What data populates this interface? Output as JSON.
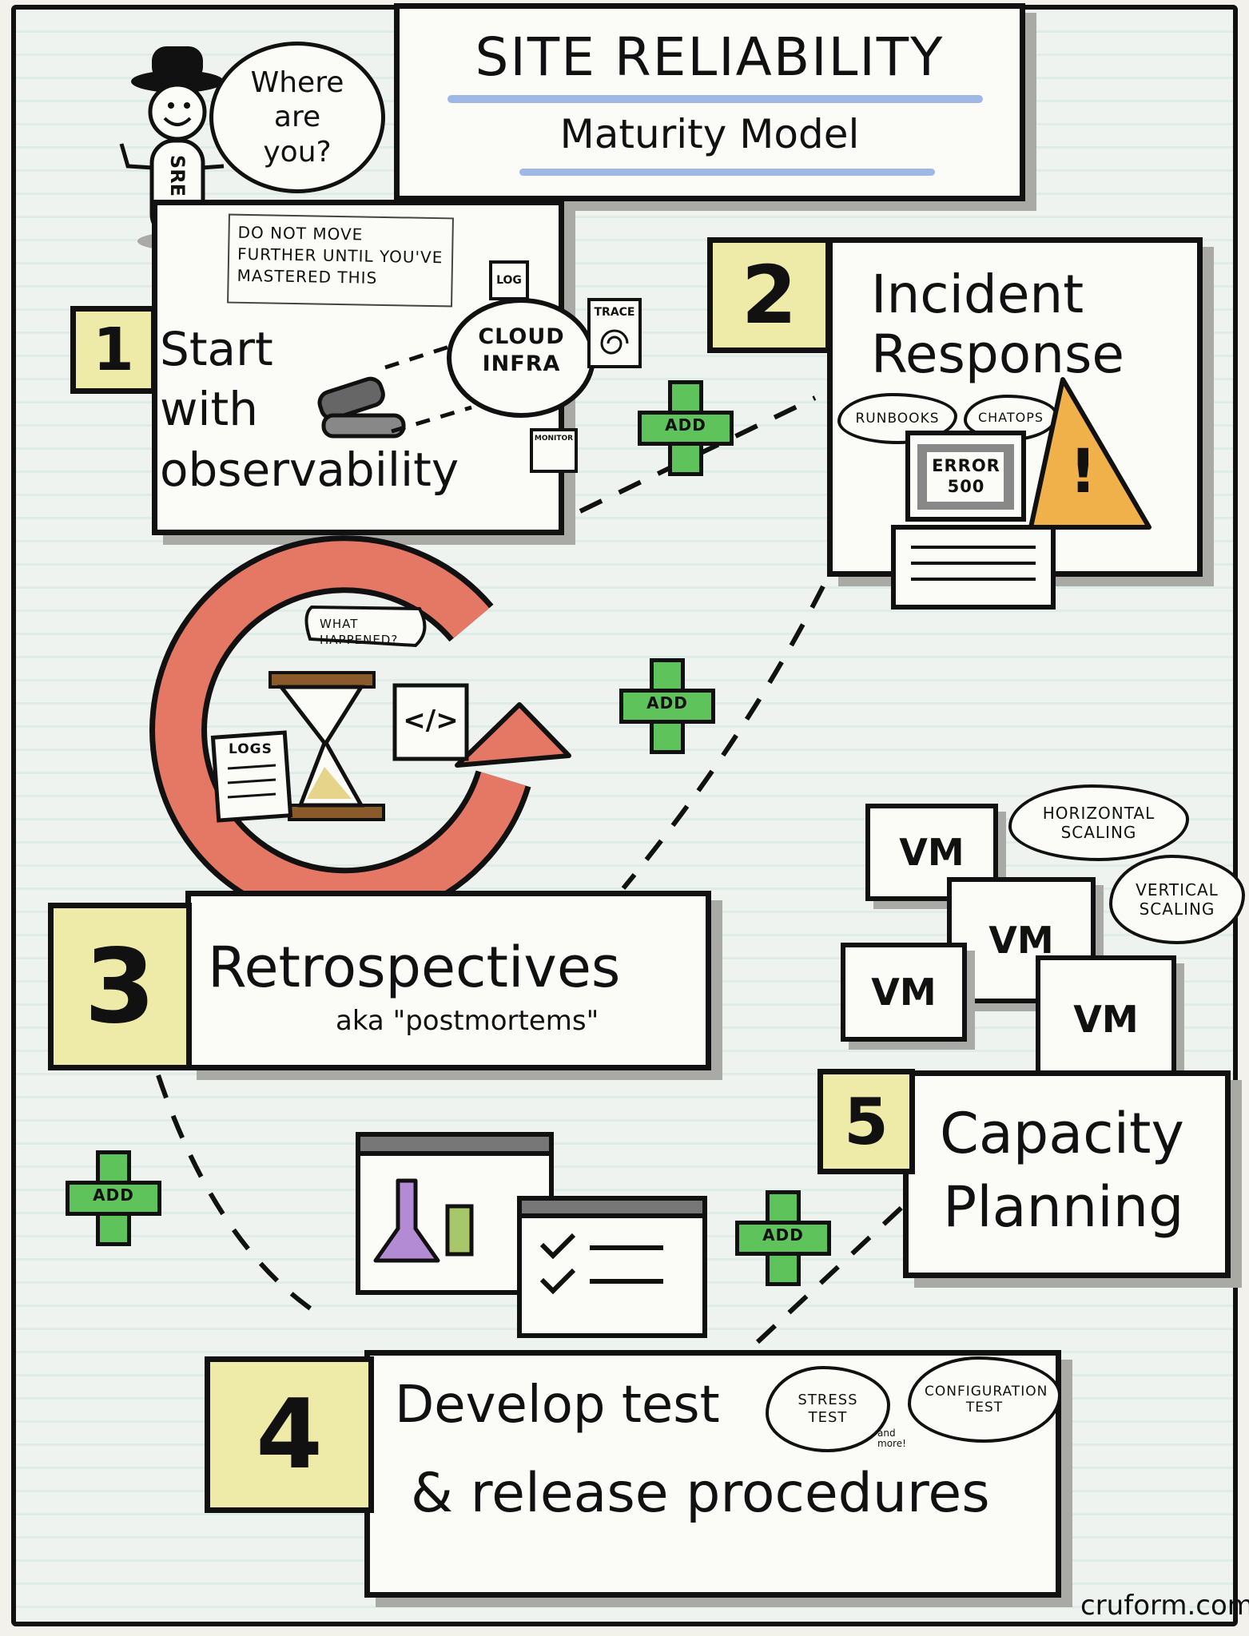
{
  "title": {
    "line1": "SITE RELIABILITY",
    "line2": "Maturity Model"
  },
  "mascot": {
    "speech": "Where are you?",
    "label": "SRE"
  },
  "note": "DO NOT MOVE FURTHER UNTIL YOU'VE MASTERED THIS",
  "step1": {
    "number": "1",
    "title": "Start with observability",
    "cloud": "CLOUD INFRA",
    "log_card": "LOG",
    "trace_card": "TRACE",
    "monitor_card": "MONITOR"
  },
  "step2": {
    "number": "2",
    "title_line1": "Incident",
    "title_line2": "Response",
    "tag1": "RUNBOOKS",
    "tag2": "CHATOPS",
    "screen": "ERROR 500",
    "warning": "!"
  },
  "step3": {
    "number": "3",
    "title": "Retrospectives",
    "subtitle": "aka \"postmortems\"",
    "speech": "WHAT HAPPENED?",
    "logs_card": "LOGS",
    "code_card": "</>"
  },
  "step4": {
    "number": "4",
    "title_line1": "Develop test",
    "title_line2": "& release procedures",
    "tag1": "STRESS TEST",
    "tag2": "CONFIGURATION TEST",
    "more": "and more!"
  },
  "step5": {
    "number": "5",
    "title_line1": "Capacity",
    "title_line2": "Planning",
    "vm": "VM",
    "tag1": "HORIZONTAL SCALING",
    "tag2": "VERTICAL SCALING"
  },
  "add_label": "ADD",
  "credit": "cruform.com",
  "colors": {
    "number_fill": "#eeeba8",
    "add_green": "#5fc35c",
    "cycle_red": "#e47864",
    "warning_orange": "#f0b04a",
    "title_underline": "#9fb8e6"
  }
}
